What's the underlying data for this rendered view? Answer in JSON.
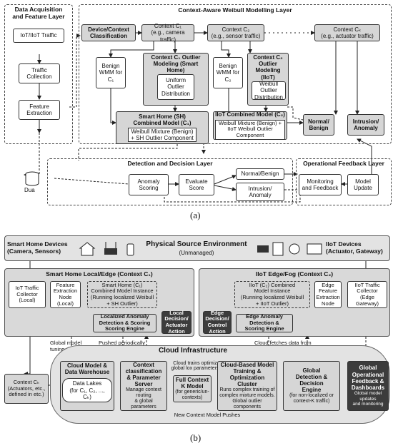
{
  "a": {
    "acq_title": "Data Acquisition\nand Feature Layer",
    "acq_traffic": "IoT/IIoT Traffic",
    "acq_collection": "Traffic\nCollection",
    "acq_extraction": "Feature\nExtraction",
    "dua": "Dua",
    "cam_title": "Context-Aware Weibull Modelling Layer",
    "device_class": "Device/Context\nClassification",
    "ctx1": "Context C₁\n(e.g., camera traffic)",
    "ctx2": "Context C₂\n(e.g., sensor traffic)",
    "ctxk": "Context Cₖ\n(e.g., actuator traffic)",
    "benign1": "Benign\nWMM for\nC₁",
    "outlier1_title": "Context C₁ Outlier\nModeling (Smart Home)",
    "uniform": "Uniform\nOutlier\nDistribution",
    "benign2": "Benign\nWMM for\nC₂",
    "outlier2_title": "Context C₂\nOutlier Modeling\n(IIoT)",
    "weibull_outlier": "Weibull Outlier\nDistribution",
    "sh_combined_title": "Smart Home (SH)\nCombined Model (C₁)",
    "sh_combined_body": "Weibull Mixture (Benign)\n+ SH Outlier Component",
    "iiot_combined_title": "IIoT Combined Model (C₂)",
    "iiot_combined_body": "Weibull Mixture (Benign) +\nIIoT Weibull Outlier Component",
    "normal": "Normal/\nBenign",
    "intrusion": "Intrusion/\nAnomaly",
    "det_title": "Detection and Decision Layer",
    "anomaly": "Anomaly\nScoring",
    "evaluate": "Evaluate\nScore",
    "det_normal": "Normal/Benign",
    "det_intrusion": "Intrusion/\nAnomaly",
    "op_title": "Operational Feedback Layer",
    "monitoring": "Monitoring\nand Feedback",
    "model_update": "Model\nUpdate",
    "caption": "(a)"
  },
  "b": {
    "sh_devices": "Smart Home Devices\n(Camera, Sensors)",
    "pse_title": "Physical Source Environment",
    "pse_sub": "(Unmanaged)",
    "iiot_devices": "IIoT Devices\n(Actuator, Gateway)",
    "sh_edge_title": "Smart Home Local/Edge (Context C₁)",
    "iot_collector": "IoT Traffic\nCollector\n(Local)",
    "fe_node": "Feature\nExtraction\nNode\n(Local)",
    "sh_instance": "Smart Home (C₁)\nCombined Model Instance\n(Running localized Weibull\n+ SH Outlier)",
    "local_anomaly": "Localized Anomaly\nDetection & Scoring\nScoring Engine",
    "local_decision": "Local\nDecision/\nActuator\nAction",
    "iiot_edge_title": "IIoT Edge/Fog (Context C₂)",
    "iiot_instance": "IIoT (C₂) Combined\nModel Instance\n(Running localized Weibull\n+ IIoT Outlier)",
    "edge_fe": "Edge\nFeature\nExtraction\nNode",
    "iiot_collector": "IIoT Traffic\nCollector\n(Edge Gateway)",
    "edge_decision": "Edge\nDecision/\nControl\nAction",
    "edge_anomaly": "Edge Anomaly\nDetection &\nScoring Engine",
    "global_tuning": "Global model\ntuning",
    "pushed": "Pushed periodically\nGlobal parameters",
    "cloud_title": "Cloud Infrastructure",
    "cloud_fetch": "Cloud fetches data from\nedge for global training",
    "ctxk": "Context Cₖ\n(Actuators, etc.,\ndefined in etc.)",
    "warehouse_title": "Cloud Model &\nData Warehouse",
    "datalakes": "Data Lakes\n(for C₁, C₂, ..., Cₖ)",
    "ctx_class_title": "Context\nclassification\n& Parameter\nServer",
    "ctx_class_body": "Manage context routing\n& global parameters",
    "cloud_trains": "Cloud trains optimiz\nglobal lox parameters",
    "full_ctx_title": "Full Context\nK Model",
    "full_ctx_body": "(for generic/un-\ncontexts)",
    "cloud_training_title": "Cloud-Based Model\nTraining &\nOptimization Cluster",
    "cloud_training_body": "Runs complex training of\ncomplex mixture models.\nGlobal outlier components",
    "global_det_title": "Global\nDetection &\nDecision\nEngine",
    "global_det_body": "(for non-localized or\ncontext-K traffic)",
    "global_ops_title": "Global\nOperational\nFeedback &\nDashboards",
    "global_ops_body": "Global model updates\nand monitoring",
    "new_pushes": "New Context Model Pushes",
    "caption": "(b)"
  }
}
